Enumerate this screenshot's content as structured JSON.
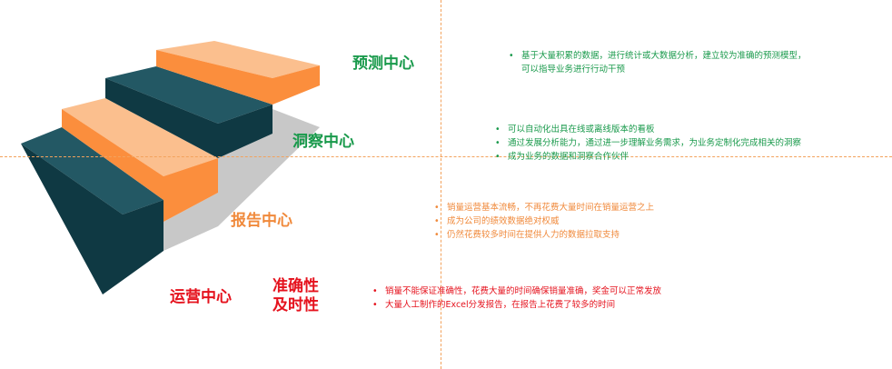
{
  "stages": [
    {
      "id": "ops",
      "label": "运营中心",
      "color": "#e5121d",
      "bullets": [
        "销量不能保证准确性，花费大量的时间确保销量准确，奖金可以正常发放",
        "大量人工制作的Excel分发报告，在报告上花费了较多的时间"
      ]
    },
    {
      "id": "report",
      "label": "报告中心",
      "color": "#f08a3c",
      "bullets": [
        "销量运营基本流畅，不再花费大量时间在销量运营之上",
        "成为公司的绩效数据绝对权威",
        "仍然花费较多时间在提供人力的数据拉取支持"
      ]
    },
    {
      "id": "insight",
      "label": "洞察中心",
      "color": "#1a9a4c",
      "bullets": [
        "可以自动化出具在线或离线版本的看板",
        "通过发展分析能力，通过进一步理解业务需求，为业务定制化完成相关的洞察",
        "成为业务的数据和洞察合作伙伴"
      ]
    },
    {
      "id": "predict",
      "label": "预测中心",
      "color": "#1a9a4c",
      "bullets": [
        "基于大量积累的数据，进行统计或大数据分析，建立较为准确的预测模型，可以指导业务进行行动干预"
      ]
    }
  ],
  "accuracy_label": "准确性及时性",
  "bullet_symbol": "•",
  "colors": {
    "dark_teal_top": "#235864",
    "dark_teal_side": "#0f3943",
    "orange_top": "#fbbf8e",
    "orange_side": "#fb8e3d",
    "shadow": "#c8c8c8",
    "guide": "#f3a25c"
  }
}
